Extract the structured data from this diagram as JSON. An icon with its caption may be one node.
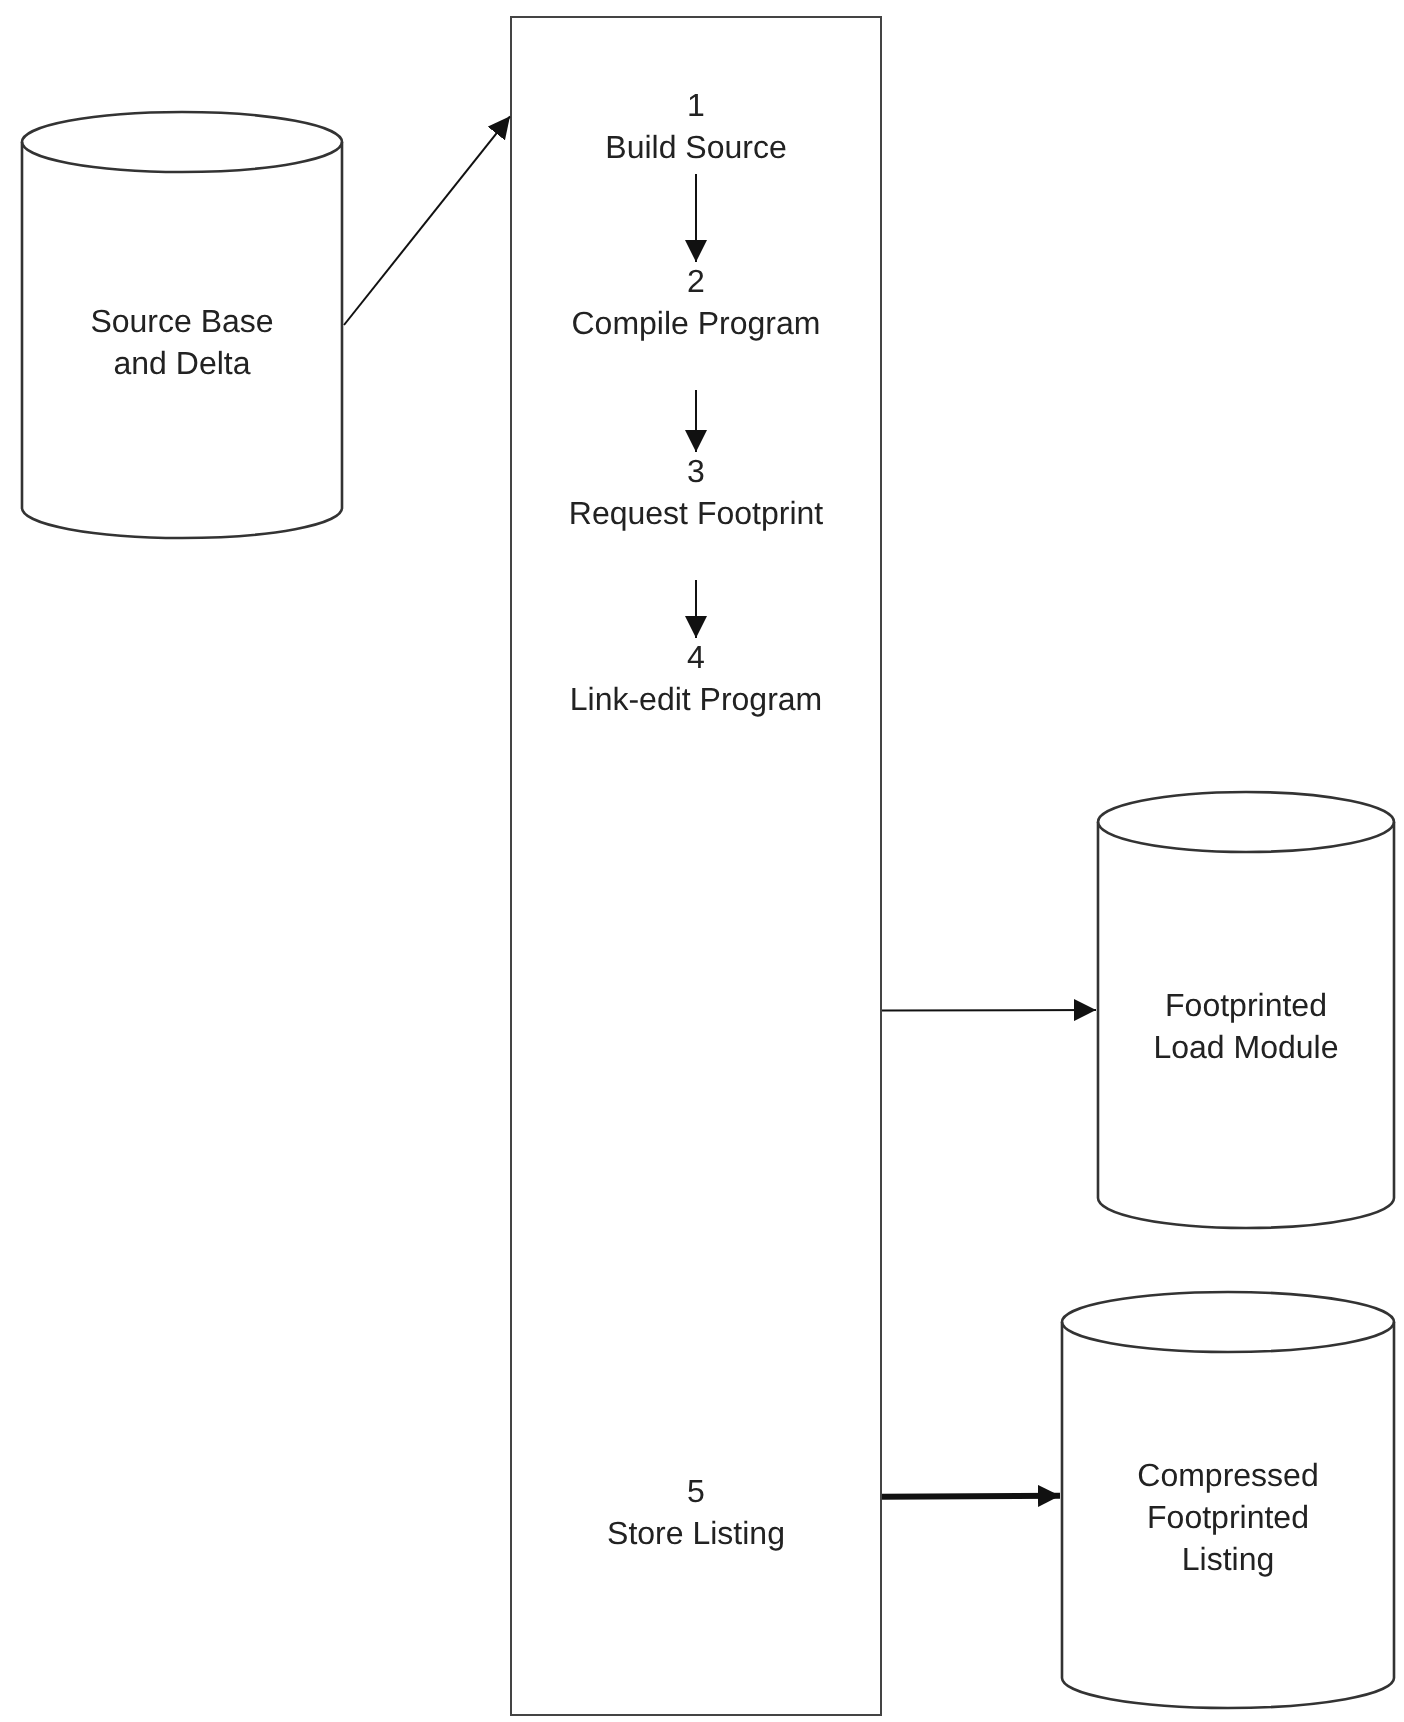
{
  "diagram": {
    "nodes": [
      {
        "text": [
          "Source Base and Delta"
        ]
      },
      {
        "text": [],
        "shape": "box"
      },
      {
        "text": [
          "1",
          "Build Source"
        ],
        "in": 1
      },
      {
        "text": [
          "2",
          "Compile Program"
        ],
        "in": 1
      },
      {
        "text": [
          "3",
          "Request Footprint"
        ],
        "in": 1
      },
      {
        "text": [
          "4",
          "Link-edit Program"
        ],
        "in": 1
      },
      {
        "text": [
          "5",
          "Store Listing"
        ],
        "in": 1
      },
      {
        "text": [
          "Footprinted Load Module"
        ]
      },
      {
        "text": [
          "Compressed Footprinted Listing"
        ]
      }
    ],
    "edges": [
      {
        "from": 0,
        "to": 1,
        "arrow": "to"
      },
      {
        "from": 2,
        "to": 3,
        "arrow": "to"
      },
      {
        "from": 3,
        "to": 4,
        "arrow": "to"
      },
      {
        "from": 4,
        "to": 5,
        "arrow": "to"
      },
      {
        "from": 1,
        "to": 7,
        "arrow": "to"
      },
      {
        "from": 1,
        "to": 8,
        "arrow": "to",
        "style": "thick"
      }
    ]
  }
}
